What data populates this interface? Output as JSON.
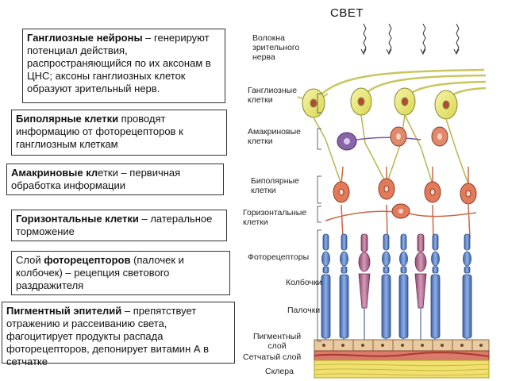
{
  "light_label": "СВЕТ",
  "boxes": {
    "ganglion": {
      "bold": "Ганглиозные нейроны",
      "text": " – генерируют потенциал действия, распространяющийся по их аксонам в ЦНС; аксоны ганглиозных клеток образуют зрительный нерв."
    },
    "bipolar": {
      "bold": "Биполярные клетки",
      "text": " проводят информацию от фоторецепторов к ганглиозным клеткам"
    },
    "amacrine": {
      "bold": "Амакриновые кл",
      "text": "етки – первичная обработка информации"
    },
    "horizontal": {
      "bold": "Горизонтальные клетки",
      "text": " – латеральное торможение"
    },
    "photoreceptor": {
      "pre": "Слой ",
      "bold": "фоторецепторов",
      "text": " (палочек и колбочек) – рецепция светового раздражителя"
    },
    "pigment": {
      "bold": "Пигментный эпителий",
      "text": " – препятствует отражению и рассеиванию света, фагоцитирует продукты распада фоторецепторов, депонирует витамин А в сетчатке"
    }
  },
  "labels": {
    "optic_nerve": "Волокна зрительного нерва",
    "ganglion_cells": "Ганглиозные клетки",
    "amacrine_cells": "Амакриновые клетки",
    "bipolar_cells": "Биполярные клетки",
    "horizontal_cells": "Горизонтальные клетки",
    "photoreceptors": "Фоторецепторы",
    "cones": "Колбочки",
    "rods": "Палочки",
    "pigment_layer": "Пигментный слой",
    "choroid": "Сетчатый слой",
    "sclera": "Склера"
  },
  "colors": {
    "ganglion": "#e9e77a",
    "amacrine": "#8a63a8",
    "bipolar": "#e37a5a",
    "horizontal": "#e37a5a",
    "rod": "#5a7fc0",
    "cone": "#b06a8c",
    "pigment": "#e8c9a0",
    "choroid": "#c06050",
    "sclera": "#f0e080"
  }
}
